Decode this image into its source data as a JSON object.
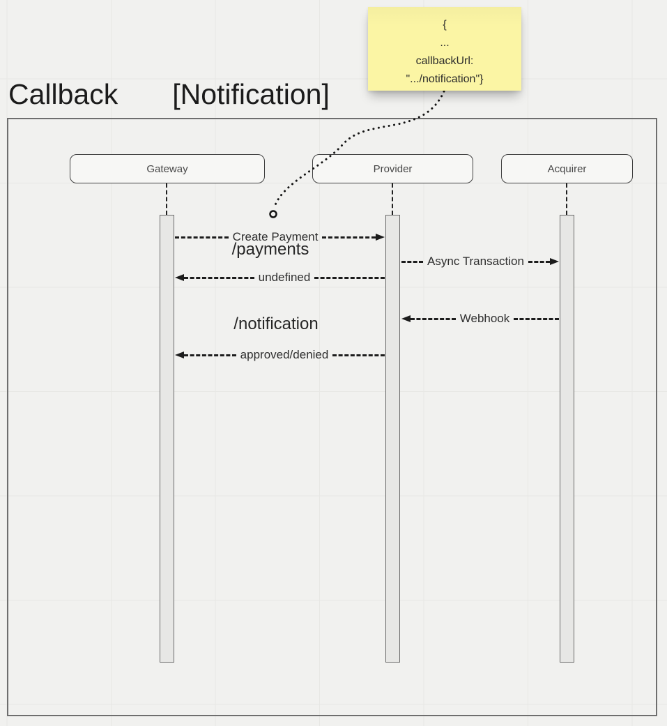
{
  "app": {
    "type": "diagram-board-canvas",
    "description": "UML sequence diagram on a gridded whiteboard canvas"
  },
  "colors": {
    "canvas_bg": "#f1f1ef",
    "grid_line": "#e7e7e4",
    "sticky_note_bg": "#fbf5a4",
    "frame_border": "#6e6e6e",
    "actor_border": "#404040",
    "actor_bg": "#f7f7f5",
    "activation_bar_bg": "#e7e7e5",
    "activation_bar_border": "#6a6a6a",
    "arrow_line": "#1c1c1c",
    "title_text": "#1b1b1b",
    "label_text": "#2e2e2e"
  },
  "sticky_note": {
    "lines": [
      "{",
      "...",
      "callbackUrl:",
      "\".../notification\"}"
    ]
  },
  "title": {
    "main": "Callback",
    "bracket": "[Notification]"
  },
  "diagram": {
    "actors": [
      {
        "name": "Gateway"
      },
      {
        "name": "Provider"
      },
      {
        "name": "Acquirer"
      }
    ],
    "messages": [
      {
        "label": "Create Payment",
        "from": "Gateway",
        "to": "Provider",
        "direction": "right",
        "style": "dashed"
      },
      {
        "label": "Async Transaction",
        "from": "Provider",
        "to": "Acquirer",
        "direction": "right",
        "style": "dashed"
      },
      {
        "label": "undefined",
        "from": "Provider",
        "to": "Gateway",
        "direction": "left",
        "style": "dashed"
      },
      {
        "label": "Webhook",
        "from": "Acquirer",
        "to": "Provider",
        "direction": "left",
        "style": "dashed"
      },
      {
        "label": "approved/denied",
        "from": "Provider",
        "to": "Gateway",
        "direction": "left",
        "style": "dashed"
      }
    ],
    "annotations": [
      {
        "text": "/payments"
      },
      {
        "text": "/notification"
      }
    ],
    "note_connector": {
      "style": "dotted-curve",
      "from": "sticky-note",
      "to": "create-payment-message"
    }
  }
}
